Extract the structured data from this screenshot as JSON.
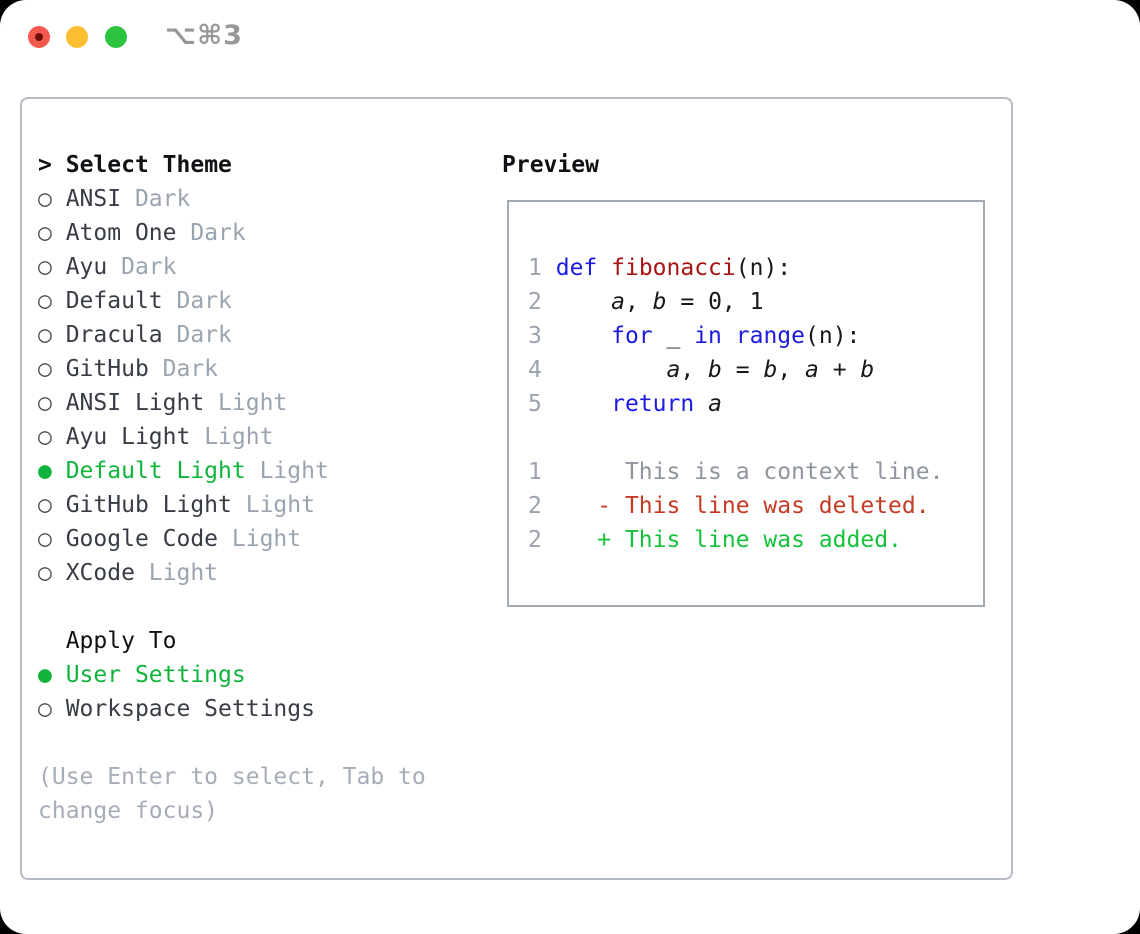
{
  "window": {
    "shortcut_label": "⌥⌘3",
    "traffic_lights": [
      "close-button",
      "minimize-button",
      "zoom-button"
    ]
  },
  "colors": {
    "accent_green": "#10b43c",
    "keyword_blue": "#1c1ae0",
    "function_red": "#a81414",
    "deleted_red": "#c53b26",
    "added_green": "#16c13c",
    "muted_gray": "#9aa4b1",
    "border_gray": "#b5bbc3"
  },
  "markers": {
    "header": ">",
    "unselected": "○",
    "selected": "●"
  },
  "theme_list": {
    "header": "Select Theme",
    "items": [
      {
        "name": "ANSI",
        "variant": "Dark",
        "selected": false
      },
      {
        "name": "Atom One",
        "variant": "Dark",
        "selected": false
      },
      {
        "name": "Ayu",
        "variant": "Dark",
        "selected": false
      },
      {
        "name": "Default",
        "variant": "Dark",
        "selected": false
      },
      {
        "name": "Dracula",
        "variant": "Dark",
        "selected": false
      },
      {
        "name": "GitHub",
        "variant": "Dark",
        "selected": false
      },
      {
        "name": "ANSI Light",
        "variant": "Light",
        "selected": false
      },
      {
        "name": "Ayu Light",
        "variant": "Light",
        "selected": false
      },
      {
        "name": "Default Light",
        "variant": "Light",
        "selected": true
      },
      {
        "name": "GitHub Light",
        "variant": "Light",
        "selected": false
      },
      {
        "name": "Google Code",
        "variant": "Light",
        "selected": false
      },
      {
        "name": "XCode",
        "variant": "Light",
        "selected": false
      }
    ]
  },
  "apply_to": {
    "header": "Apply To",
    "items": [
      {
        "label": "User Settings",
        "selected": true
      },
      {
        "label": "Workspace Settings",
        "selected": false
      }
    ]
  },
  "help_lines": [
    "(Use Enter to select, Tab to",
    "change focus)"
  ],
  "preview": {
    "title": "Preview",
    "code_lines": [
      {
        "num": "1",
        "tokens": [
          {
            "t": " ",
            "c": "plain"
          },
          {
            "t": "def",
            "c": "kw"
          },
          {
            "t": " ",
            "c": "plain"
          },
          {
            "t": "fibonacci",
            "c": "fn"
          },
          {
            "t": "(n):",
            "c": "plain"
          }
        ]
      },
      {
        "num": "2",
        "tokens": [
          {
            "t": "     ",
            "c": "plain"
          },
          {
            "t": "a",
            "c": "var"
          },
          {
            "t": ", ",
            "c": "plain"
          },
          {
            "t": "b",
            "c": "var"
          },
          {
            "t": " = 0, 1",
            "c": "plain"
          }
        ]
      },
      {
        "num": "3",
        "tokens": [
          {
            "t": "     ",
            "c": "plain"
          },
          {
            "t": "for",
            "c": "kw"
          },
          {
            "t": " _ ",
            "c": "plain"
          },
          {
            "t": "in",
            "c": "kw"
          },
          {
            "t": " ",
            "c": "plain"
          },
          {
            "t": "range",
            "c": "kw"
          },
          {
            "t": "(n):",
            "c": "plain"
          }
        ]
      },
      {
        "num": "4",
        "tokens": [
          {
            "t": "         ",
            "c": "plain"
          },
          {
            "t": "a",
            "c": "var"
          },
          {
            "t": ", ",
            "c": "plain"
          },
          {
            "t": "b",
            "c": "var"
          },
          {
            "t": " = ",
            "c": "plain"
          },
          {
            "t": "b",
            "c": "var"
          },
          {
            "t": ", ",
            "c": "plain"
          },
          {
            "t": "a",
            "c": "var"
          },
          {
            "t": " + ",
            "c": "plain"
          },
          {
            "t": "b",
            "c": "var"
          }
        ]
      },
      {
        "num": "5",
        "tokens": [
          {
            "t": "     ",
            "c": "plain"
          },
          {
            "t": "return",
            "c": "kw"
          },
          {
            "t": " ",
            "c": "plain"
          },
          {
            "t": "a",
            "c": "var"
          }
        ]
      }
    ],
    "diff_lines": [
      {
        "num": "1",
        "tokens": [
          {
            "t": "      This is a context line.",
            "c": "ctx"
          }
        ]
      },
      {
        "num": "2",
        "tokens": [
          {
            "t": "    ",
            "c": "plain"
          },
          {
            "t": "- This line was deleted.",
            "c": "del"
          }
        ]
      },
      {
        "num": "2",
        "tokens": [
          {
            "t": "    ",
            "c": "plain"
          },
          {
            "t": "+ This line was added.",
            "c": "add"
          }
        ]
      }
    ]
  }
}
